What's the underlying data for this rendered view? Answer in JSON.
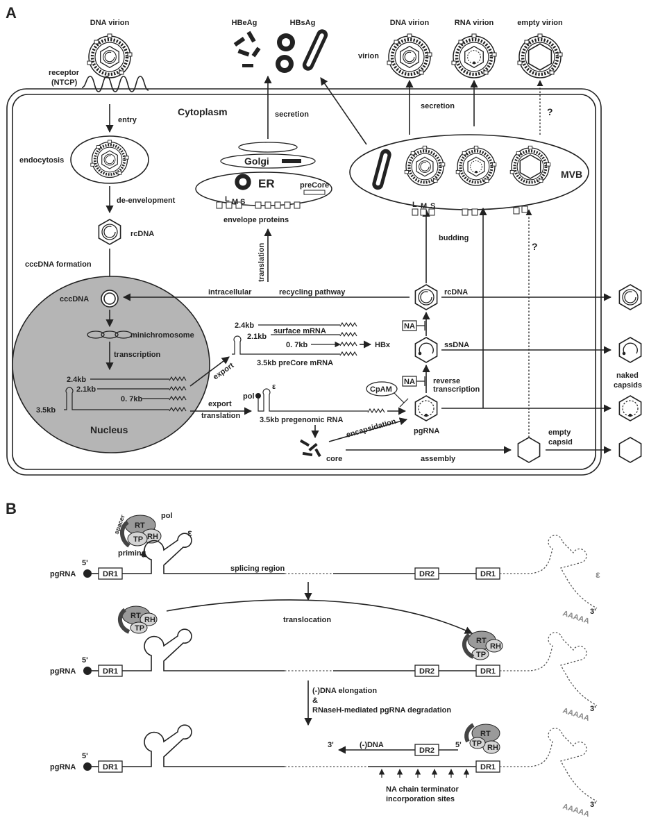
{
  "panels": {
    "a": "A",
    "b": "B"
  },
  "a": {
    "top": {
      "dna_virion": "DNA virion",
      "hbeag": "HBeAg",
      "hbsag": "HBsAg",
      "dna_virion2": "DNA virion",
      "rna_virion": "RNA virion",
      "empty_virion": "empty virion",
      "virion": "virion"
    },
    "receptor": "receptor",
    "ntcp": "(NTCP)",
    "cytoplasm": "Cytoplasm",
    "entry": "entry",
    "endocytosis": "endocytosis",
    "de_envelopment": "de-envelopment",
    "rcdna": "rcDNA",
    "cccdna_formation": "cccDNA formation",
    "cccdna": "cccDNA",
    "minichromosome": "minichromosome",
    "transcription": "transcription",
    "nucleus": "Nucleus",
    "nuc_24": "2.4kb",
    "nuc_21": "2.1kb",
    "nuc_07": "0. 7kb",
    "nuc_35": "3.5kb",
    "secretion": "secretion",
    "secretion2": "secretion",
    "question": "?",
    "question2": "?",
    "golgi": "Golgi",
    "er": "ER",
    "precore": "preCore",
    "lms_l": "L",
    "lms_m": "M",
    "lms_s": "S",
    "mvb_l": "L",
    "mvb_m": "M",
    "mvb_s": "S",
    "envelope_proteins": "envelope proteins",
    "mvb": "MVB",
    "translation_v": "translation",
    "budding": "budding",
    "intracellular": "intracellular",
    "recycling_pathway": "recycling pathway",
    "rcdna_right": "rcDNA",
    "m_24": "2.4kb",
    "m_21": "2.1kb",
    "surface_mrna": "surface mRNA",
    "m_07": "0. 7kb",
    "hbx": "HBx",
    "precore_mrna": "3.5kb preCore mRNA",
    "export1": "export",
    "export2": "export",
    "translation2": "translation",
    "pol": "pol",
    "epsilon": "ε",
    "pregenomic": "3.5kb pregenomic RNA",
    "na1": "NA",
    "na2": "NA",
    "ssdna": "ssDNA",
    "reverse": "reverse",
    "rev_transcription": "transcription",
    "cpam": "CpAM",
    "pgrna": "pgRNA",
    "encapsidation": "encapsidation",
    "core": "core",
    "assembly": "assembly",
    "empty": "empty",
    "capsid": "capsid",
    "naked": "naked",
    "capsids": "capsids"
  },
  "b": {
    "pol": "pol",
    "epsilon": "ε",
    "epsilon_grey": "ε",
    "spacer": "spacer",
    "priming": "priming",
    "pgrna1": "pgRNA",
    "pgrna2": "pgRNA",
    "pgrna3": "pgRNA",
    "five1": "5'",
    "five2": "5'",
    "five3": "5'",
    "five_minus": "5'",
    "three_minus": "3'",
    "three1": "3'",
    "three2": "3'",
    "three3": "3'",
    "polya1": "AAAAA",
    "polya2": "AAAAA",
    "polya3": "AAAAA",
    "dr1": "DR1",
    "dr2": "DR2",
    "rt": "RT",
    "rh": "RH",
    "tp": "TP",
    "splicing_region": "splicing region",
    "translocation": "translocation",
    "elongation": "(-)DNA elongation",
    "amp": "&",
    "rnaseh": "RNaseH-mediated pgRNA degradation",
    "minus_dna": "(-)DNA",
    "na_chain": "NA chain terminator",
    "incorporation": "incorporation sites"
  }
}
